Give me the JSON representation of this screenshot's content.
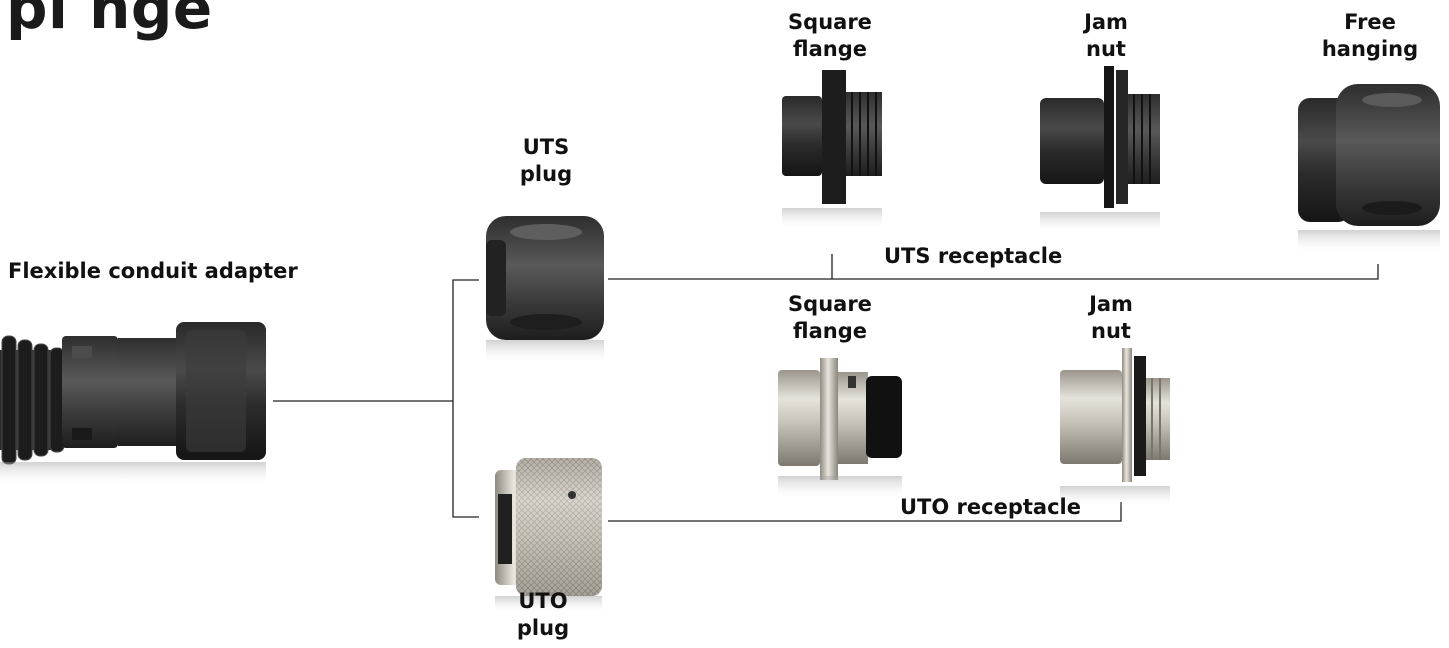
{
  "title_fragment": "pl  nge",
  "labels": {
    "flexible_conduit_adapter": "Flexible conduit adapter",
    "uts_plug": "UTS\nplug",
    "uto_plug": "UTO\nplug",
    "uts_receptacle": "UTS receptacle",
    "uto_receptacle": "UTO receptacle",
    "uts_square_flange": "Square\nflange",
    "uts_jam_nut": "Jam\nnut",
    "uts_free_hanging": "Free\nhanging",
    "uto_square_flange": "Square\nflange",
    "uto_jam_nut": "Jam\nnut"
  },
  "colors": {
    "plastic_dark": "#1f1f1f",
    "plastic_mid": "#3a3a3a",
    "plastic_light": "#5a5a5a",
    "metal_dark": "#8c8880",
    "metal_mid": "#c9c5bc",
    "metal_light": "#ecebe6",
    "connector_line": "#222222"
  }
}
